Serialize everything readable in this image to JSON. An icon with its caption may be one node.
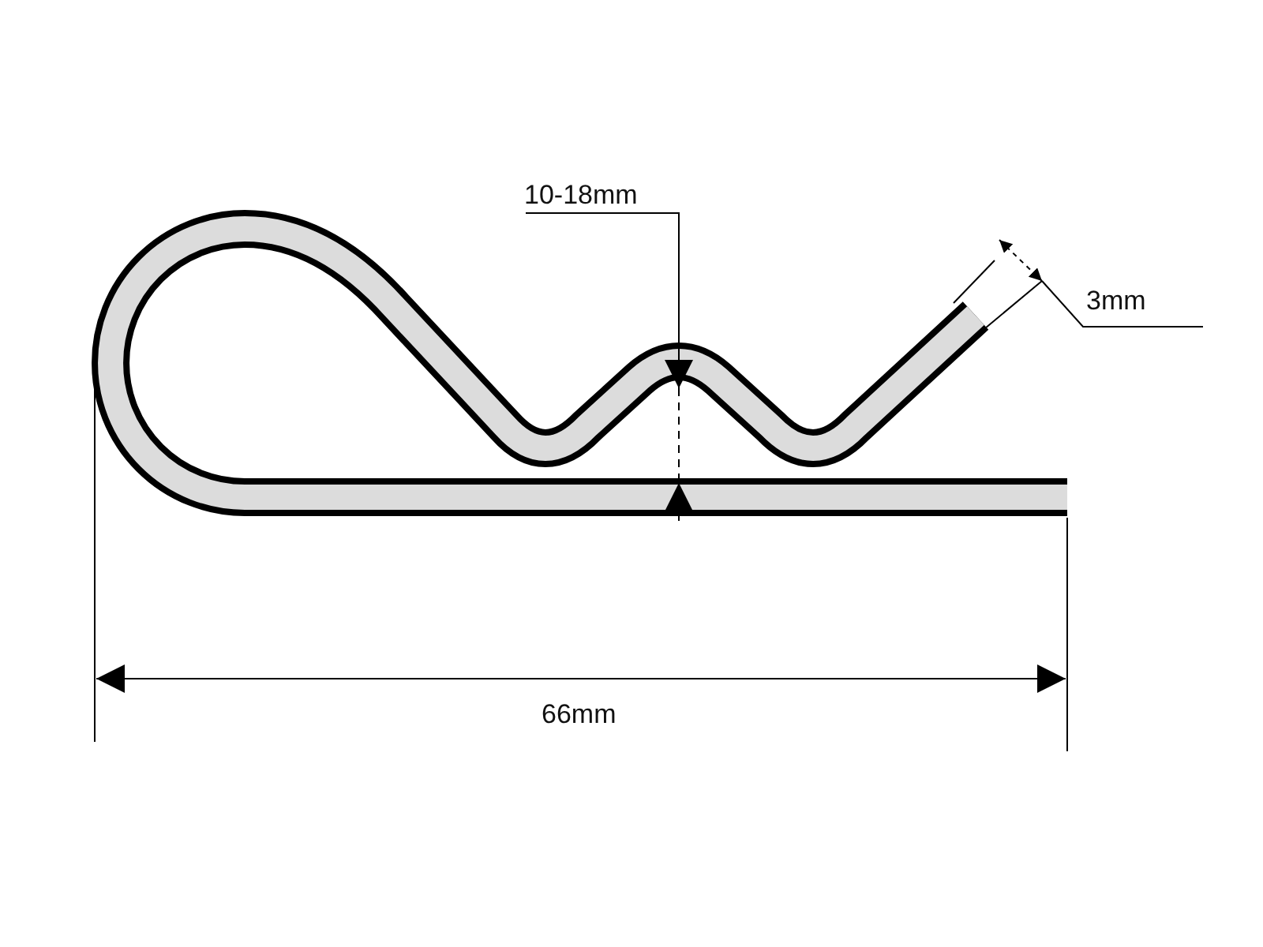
{
  "diagram": {
    "labels": [
      "10-18mm",
      "3mm",
      "66mm"
    ]
  }
}
